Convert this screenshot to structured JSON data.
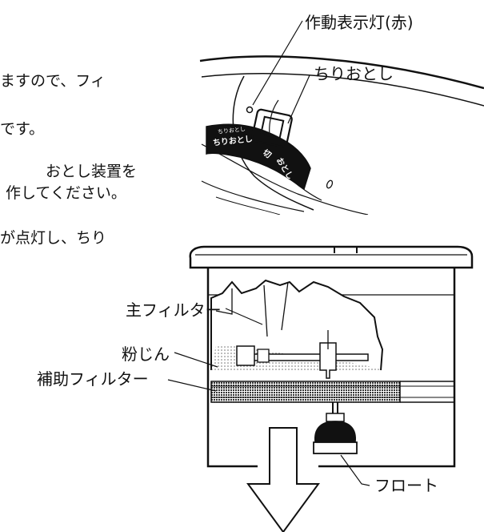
{
  "left_text": {
    "line1": "ますので、フィ",
    "line2": "です。",
    "line3": "おとし装置を",
    "line4": "作してください。",
    "line5": "が点灯し、ちり"
  },
  "callouts": {
    "indicator_lamp": "作動表示灯(赤)",
    "chiriotoshi": "ちりおとし",
    "main_filter": "主フィルター",
    "powder_dust": "粉じん",
    "aux_filter": "補助フィルター",
    "float": "フロート"
  },
  "panel": {
    "small_caption": "ちりおとし",
    "label_chiriotoshi": "ちりおとし",
    "label_off": "切",
    "label_otoshi": "おとし"
  }
}
